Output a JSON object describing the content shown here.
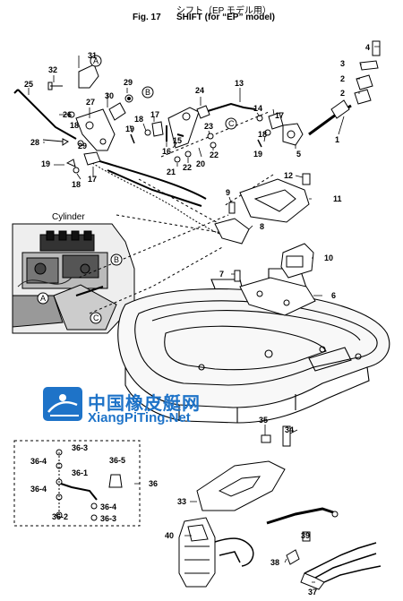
{
  "header": {
    "title_jp": "シフト（EP モデル用）",
    "fig_label": "Fig. 17",
    "title_en": "SHIFT (for “EP” model)"
  },
  "inset": {
    "label": "Cylinder"
  },
  "callouts": [
    "A",
    "B",
    "C"
  ],
  "watermark": {
    "cn": "中国橡皮艇网",
    "url": "XiangPiTing.Net"
  },
  "parts": [
    "1",
    "2",
    "3",
    "4",
    "5",
    "6",
    "7",
    "8",
    "9",
    "10",
    "11",
    "12",
    "13",
    "14",
    "15",
    "16",
    "17",
    "18",
    "19",
    "20",
    "21",
    "22",
    "23",
    "24",
    "25",
    "26",
    "27",
    "28",
    "29",
    "30",
    "31",
    "32",
    "33",
    "34",
    "35",
    "36",
    "36-1",
    "36-2",
    "36-3",
    "36-4",
    "36-5",
    "37",
    "38",
    "39",
    "40"
  ]
}
